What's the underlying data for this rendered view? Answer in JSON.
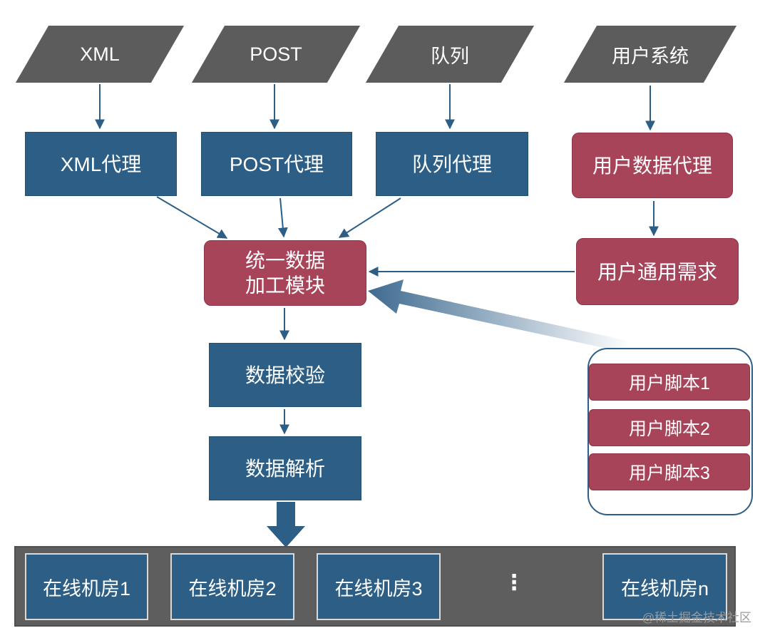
{
  "sources": [
    {
      "id": "xml",
      "label": "XML"
    },
    {
      "id": "post",
      "label": "POST"
    },
    {
      "id": "queue",
      "label": "队列"
    },
    {
      "id": "user-system",
      "label": "用户系统"
    }
  ],
  "proxies": [
    {
      "id": "xml",
      "label": "XML代理"
    },
    {
      "id": "post",
      "label": "POST代理"
    },
    {
      "id": "queue",
      "label": "队列代理"
    },
    {
      "id": "user-data",
      "label": "用户数据代理"
    }
  ],
  "processing": {
    "unified_line1": "统一数据",
    "unified_line2": "加工模块",
    "user_common_needs": "用户通用需求",
    "validation": "数据校验",
    "parsing": "数据解析"
  },
  "user_scripts": [
    "用户脚本1",
    "用户脚本2",
    "用户脚本3"
  ],
  "datacenters": [
    "在线机房1",
    "在线机房2",
    "在线机房3",
    "在线机房n"
  ],
  "ellipsis": "⋮",
  "watermark": "@稀土掘金技术社区",
  "colors": {
    "blue_node": "#2d5f86",
    "red_node": "#a84459",
    "source_gray": "#5c5c5c",
    "arrow": "#2d5f86"
  }
}
